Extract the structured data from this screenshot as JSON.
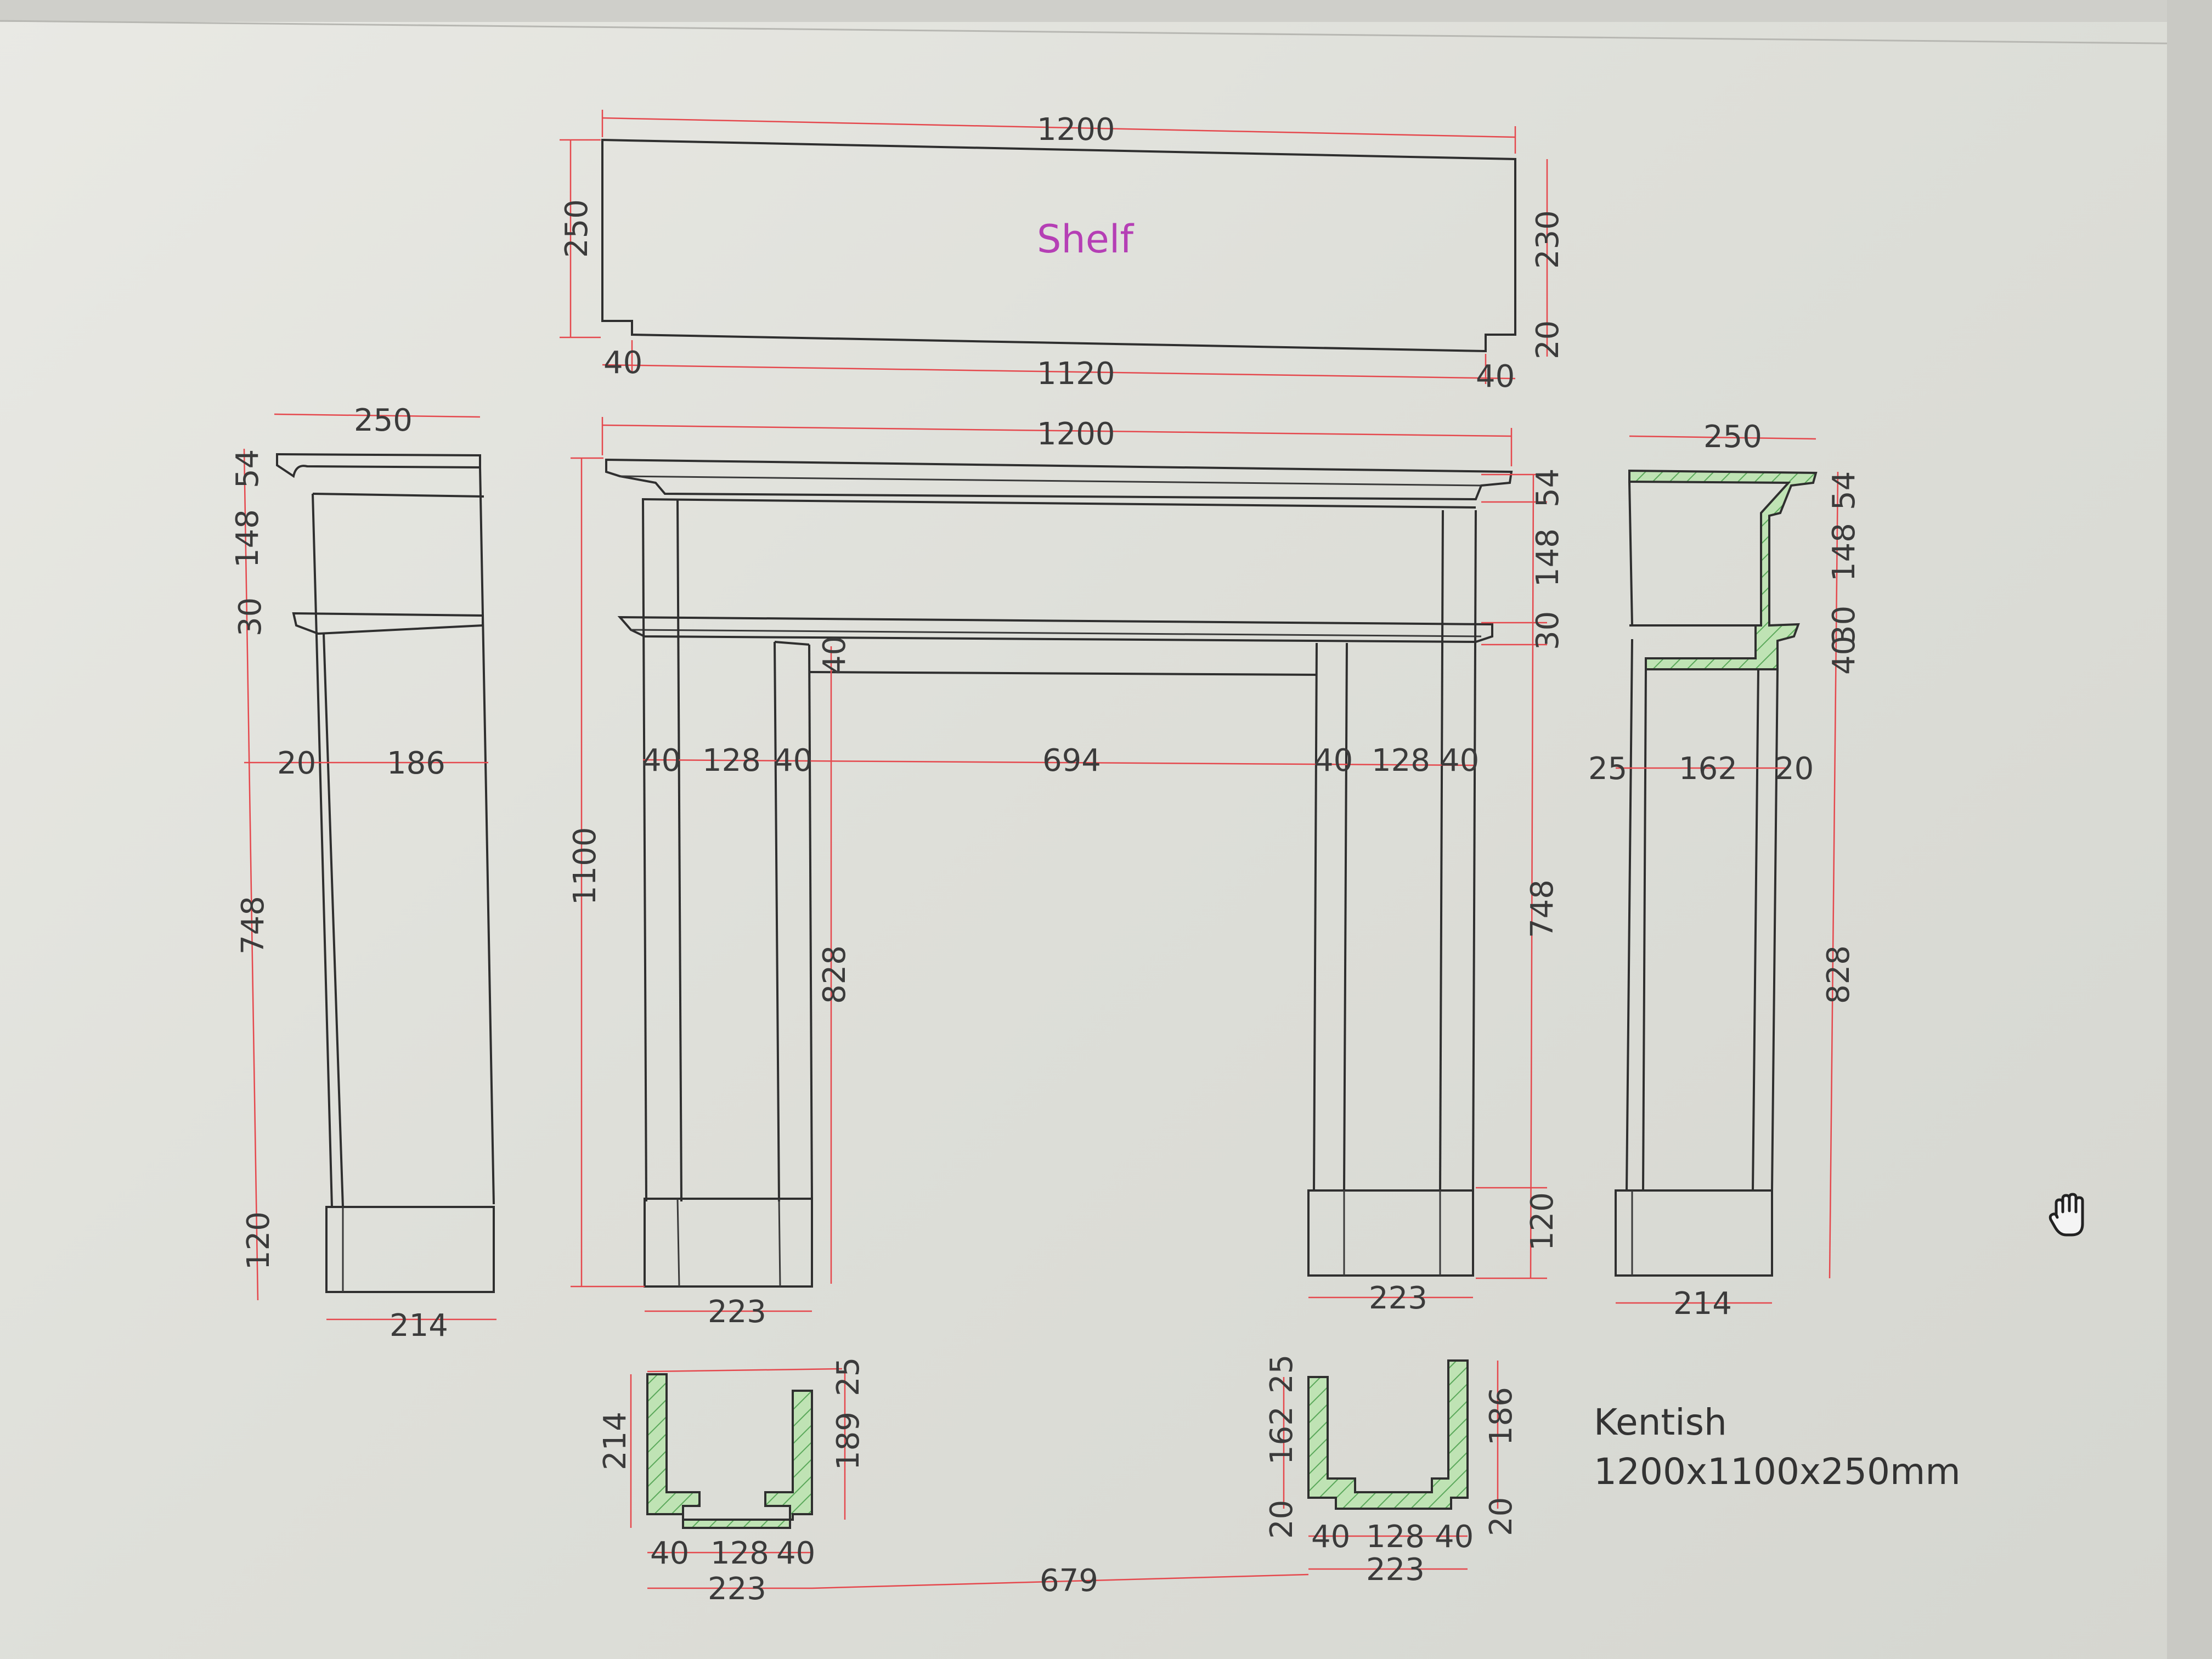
{
  "drawing": {
    "shelf_label": "Shelf",
    "title_line1": "Kentish",
    "title_line2": "1200x1100x250mm"
  },
  "colors": {
    "outline": "#2f2f2f",
    "dimension_lines": "#e5484d",
    "shelf_label": "#b53fb5",
    "hatch_fill": "#bfe3b4",
    "hatch_line": "#5aa85a"
  },
  "shelf_plan": {
    "width_top": "1200",
    "depth_left": "250",
    "depth_right": "230",
    "notch_right": "20",
    "width_bottom": "1120",
    "return_left": "40",
    "return_right": "40"
  },
  "front_view": {
    "overall_width": "1200",
    "overall_height": "1100",
    "opening_width": "694",
    "opening_height": "828",
    "frieze_height": "40",
    "leg_left": [
      "40",
      "128",
      "40"
    ],
    "leg_right": [
      "40",
      "128",
      "40"
    ],
    "right_heights": [
      "54",
      "148",
      "30",
      "748",
      "120"
    ],
    "plinth_left": "223",
    "plinth_right": "223"
  },
  "left_side": {
    "depth_top": "250",
    "heights": [
      "54",
      "148",
      "30",
      "748",
      "120"
    ],
    "leg_depths": [
      "20",
      "186"
    ],
    "plinth": "214"
  },
  "right_section": {
    "depth_top": "250",
    "heights": [
      "54",
      "148",
      "30",
      "40",
      "828"
    ],
    "leg_depths": [
      "25",
      "162",
      "20"
    ],
    "plinth": "214"
  },
  "plan_left": {
    "depth": "214",
    "inner_depth": "189",
    "top": "25",
    "widths": [
      "40",
      "128",
      "40"
    ],
    "overall": "223"
  },
  "plan_right": {
    "top": "25",
    "inner": "162",
    "bottom": "20",
    "depth": "186",
    "depth_bottom": "20",
    "widths": [
      "40",
      "128",
      "40"
    ],
    "overall": "223"
  },
  "between_plans": "679",
  "icons": [
    "hand-cursor-icon"
  ]
}
